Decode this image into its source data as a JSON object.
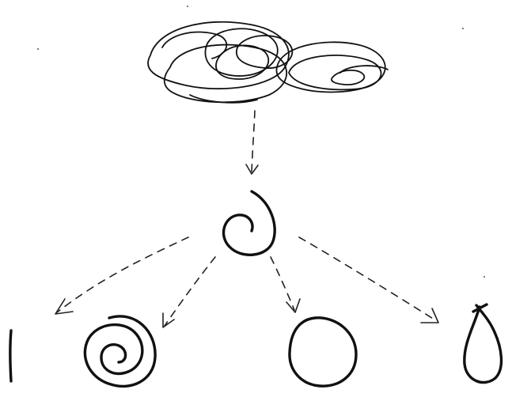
{
  "diagram": {
    "style": "hand-drawn pen sketch",
    "ink_color": "#111111",
    "background_color": "#ffffff",
    "nodes": [
      {
        "id": "tangle",
        "shape": "tangled scribble cloud"
      },
      {
        "id": "spiral-core",
        "shape": "small loose spiral"
      },
      {
        "id": "line",
        "shape": "vertical line"
      },
      {
        "id": "spiral",
        "shape": "concentric spiral"
      },
      {
        "id": "circle",
        "shape": "circle"
      },
      {
        "id": "loop",
        "shape": "teardrop loop"
      }
    ],
    "edges": [
      {
        "from": "tangle",
        "to": "spiral-core",
        "style": "dashed arrow"
      },
      {
        "from": "spiral-core",
        "to": "line",
        "style": "dashed arrow"
      },
      {
        "from": "spiral-core",
        "to": "spiral",
        "style": "dashed arrow"
      },
      {
        "from": "spiral-core",
        "to": "circle",
        "style": "dashed arrow"
      },
      {
        "from": "spiral-core",
        "to": "loop",
        "style": "dashed arrow"
      }
    ]
  }
}
